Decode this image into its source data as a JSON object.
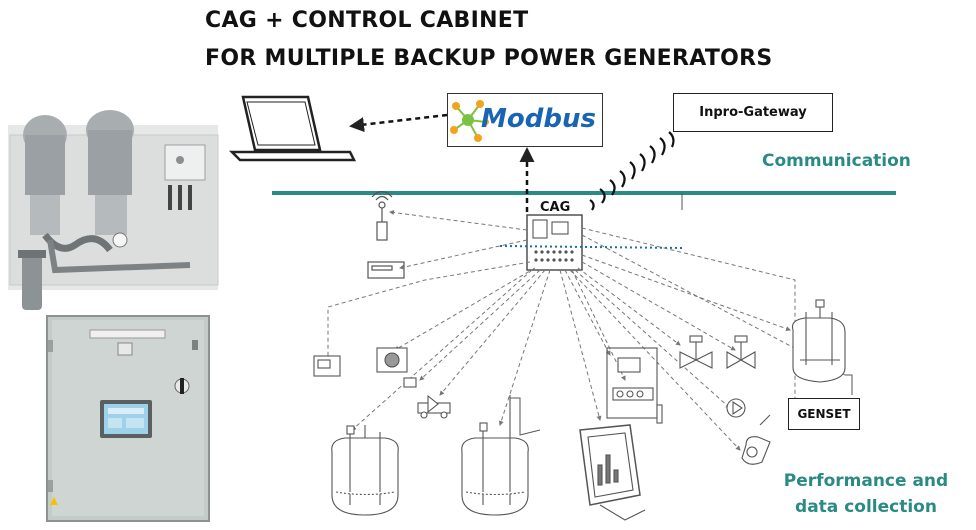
{
  "title": {
    "line1": "CAG + CONTROL CABINET",
    "line2": "FOR MULTIPLE BACKUP POWER GENERATORS"
  },
  "labels": {
    "modbus": "Modbus",
    "gateway": "Inpro-Gateway",
    "communication": "Communication",
    "cag": "CAG",
    "genset": "GENSET",
    "performance": "Performance and data collection"
  },
  "colors": {
    "teal": "#2a8a84",
    "modbus_blue": "#1a64b4",
    "modbus_logo_green": "#7cc242",
    "modbus_logo_orange": "#f2a31b"
  },
  "icons": [
    "laptop-icon",
    "antenna-icon",
    "modbus-logo-icon",
    "wireless-signal-icon",
    "monitor-chart-icon",
    "pump-icon",
    "valve-icon",
    "tank-icon",
    "sensor-icon"
  ]
}
